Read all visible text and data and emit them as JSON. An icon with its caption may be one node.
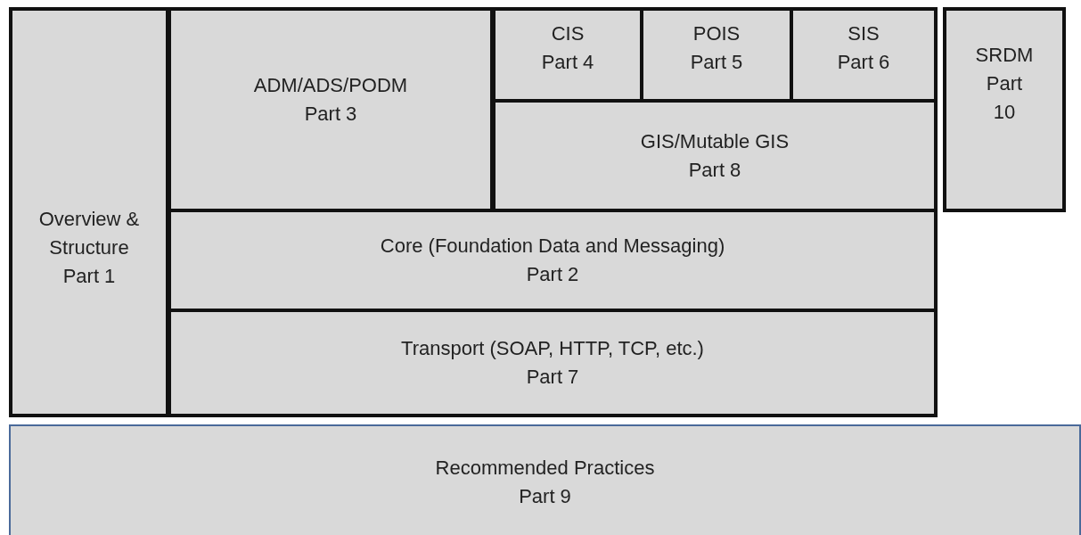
{
  "diagram": {
    "nodes": [
      {
        "text": [
          "Overview & Structure",
          "Part 1"
        ]
      },
      {
        "text": [
          "ADM/ADS/PODM",
          "Part 3"
        ]
      },
      {
        "text": [
          "CIS",
          "Part 4"
        ]
      },
      {
        "text": [
          "POIS",
          "Part 5"
        ]
      },
      {
        "text": [
          "SIS",
          "Part 6"
        ]
      },
      {
        "text": [
          "GIS/Mutable GIS",
          "Part 8"
        ]
      },
      {
        "text": [
          "SRDM",
          "Part 10"
        ]
      },
      {
        "text": [
          "Core (Foundation Data and Messaging)",
          "Part 2"
        ]
      },
      {
        "text": [
          "Transport (SOAP, HTTP, TCP, etc.)",
          "Part 7"
        ]
      },
      {
        "text": [
          "Recommended Practices",
          "Part 9"
        ]
      }
    ],
    "edges": []
  }
}
